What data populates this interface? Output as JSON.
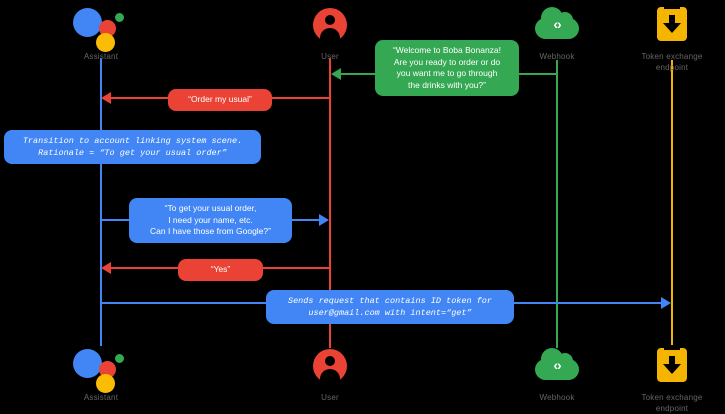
{
  "colors": {
    "background": "#000000",
    "assistant_blue": "#4285F4",
    "user_red": "#EA4335",
    "webhook_green": "#34A853",
    "token_yellow": "#F4B400",
    "label_gray": "#666666",
    "text_white": "#FFFFFF"
  },
  "actors": [
    {
      "id": "assistant",
      "label": "Assistant",
      "icon": "google-assistant-icon",
      "lifeline_color": "#4285F4"
    },
    {
      "id": "user",
      "label": "User",
      "icon": "user-avatar-icon",
      "lifeline_color": "#EA4335"
    },
    {
      "id": "webhook",
      "label": "Webhook",
      "icon": "cloud-code-icon",
      "code_glyph": "‹›",
      "lifeline_color": "#34A853"
    },
    {
      "id": "token-endpoint",
      "label": "Token exchange\nendpoint",
      "icon": "download-box-icon",
      "lifeline_color": "#F4B400"
    }
  ],
  "messages": [
    {
      "id": "welcome-prompt",
      "text": "“Welcome to Boba Bonanza!\nAre you ready to order or do\nyou want me to go through\nthe drinks with you?”",
      "style": "bubble",
      "color": "#34A853",
      "from": "webhook",
      "to": "user",
      "direction": "left"
    },
    {
      "id": "order-my-usual",
      "text": "“Order my usual”",
      "style": "bubble",
      "color": "#EA4335",
      "from": "user",
      "to": "assistant",
      "direction": "left"
    },
    {
      "id": "transition-note",
      "text": "Transition to account linking system scene.\nRationale = “To get your usual order”",
      "style": "mono",
      "color": "#4285F4",
      "from": "assistant",
      "to": "assistant",
      "direction": "none"
    },
    {
      "id": "consent-prompt",
      "text": "“To get your usual order,\nI need your name, etc.\nCan I have those from Google?”",
      "style": "bubble",
      "color": "#4285F4",
      "from": "assistant",
      "to": "user",
      "direction": "right"
    },
    {
      "id": "yes-reply",
      "text": "“Yes”",
      "style": "bubble",
      "color": "#EA4335",
      "from": "user",
      "to": "assistant",
      "direction": "left"
    },
    {
      "id": "id-token-request",
      "text": "Sends request that contains ID token for\nuser@gmail.com with intent=“get”",
      "style": "mono",
      "color": "#4285F4",
      "from": "assistant",
      "to": "token-endpoint",
      "direction": "right"
    }
  ]
}
